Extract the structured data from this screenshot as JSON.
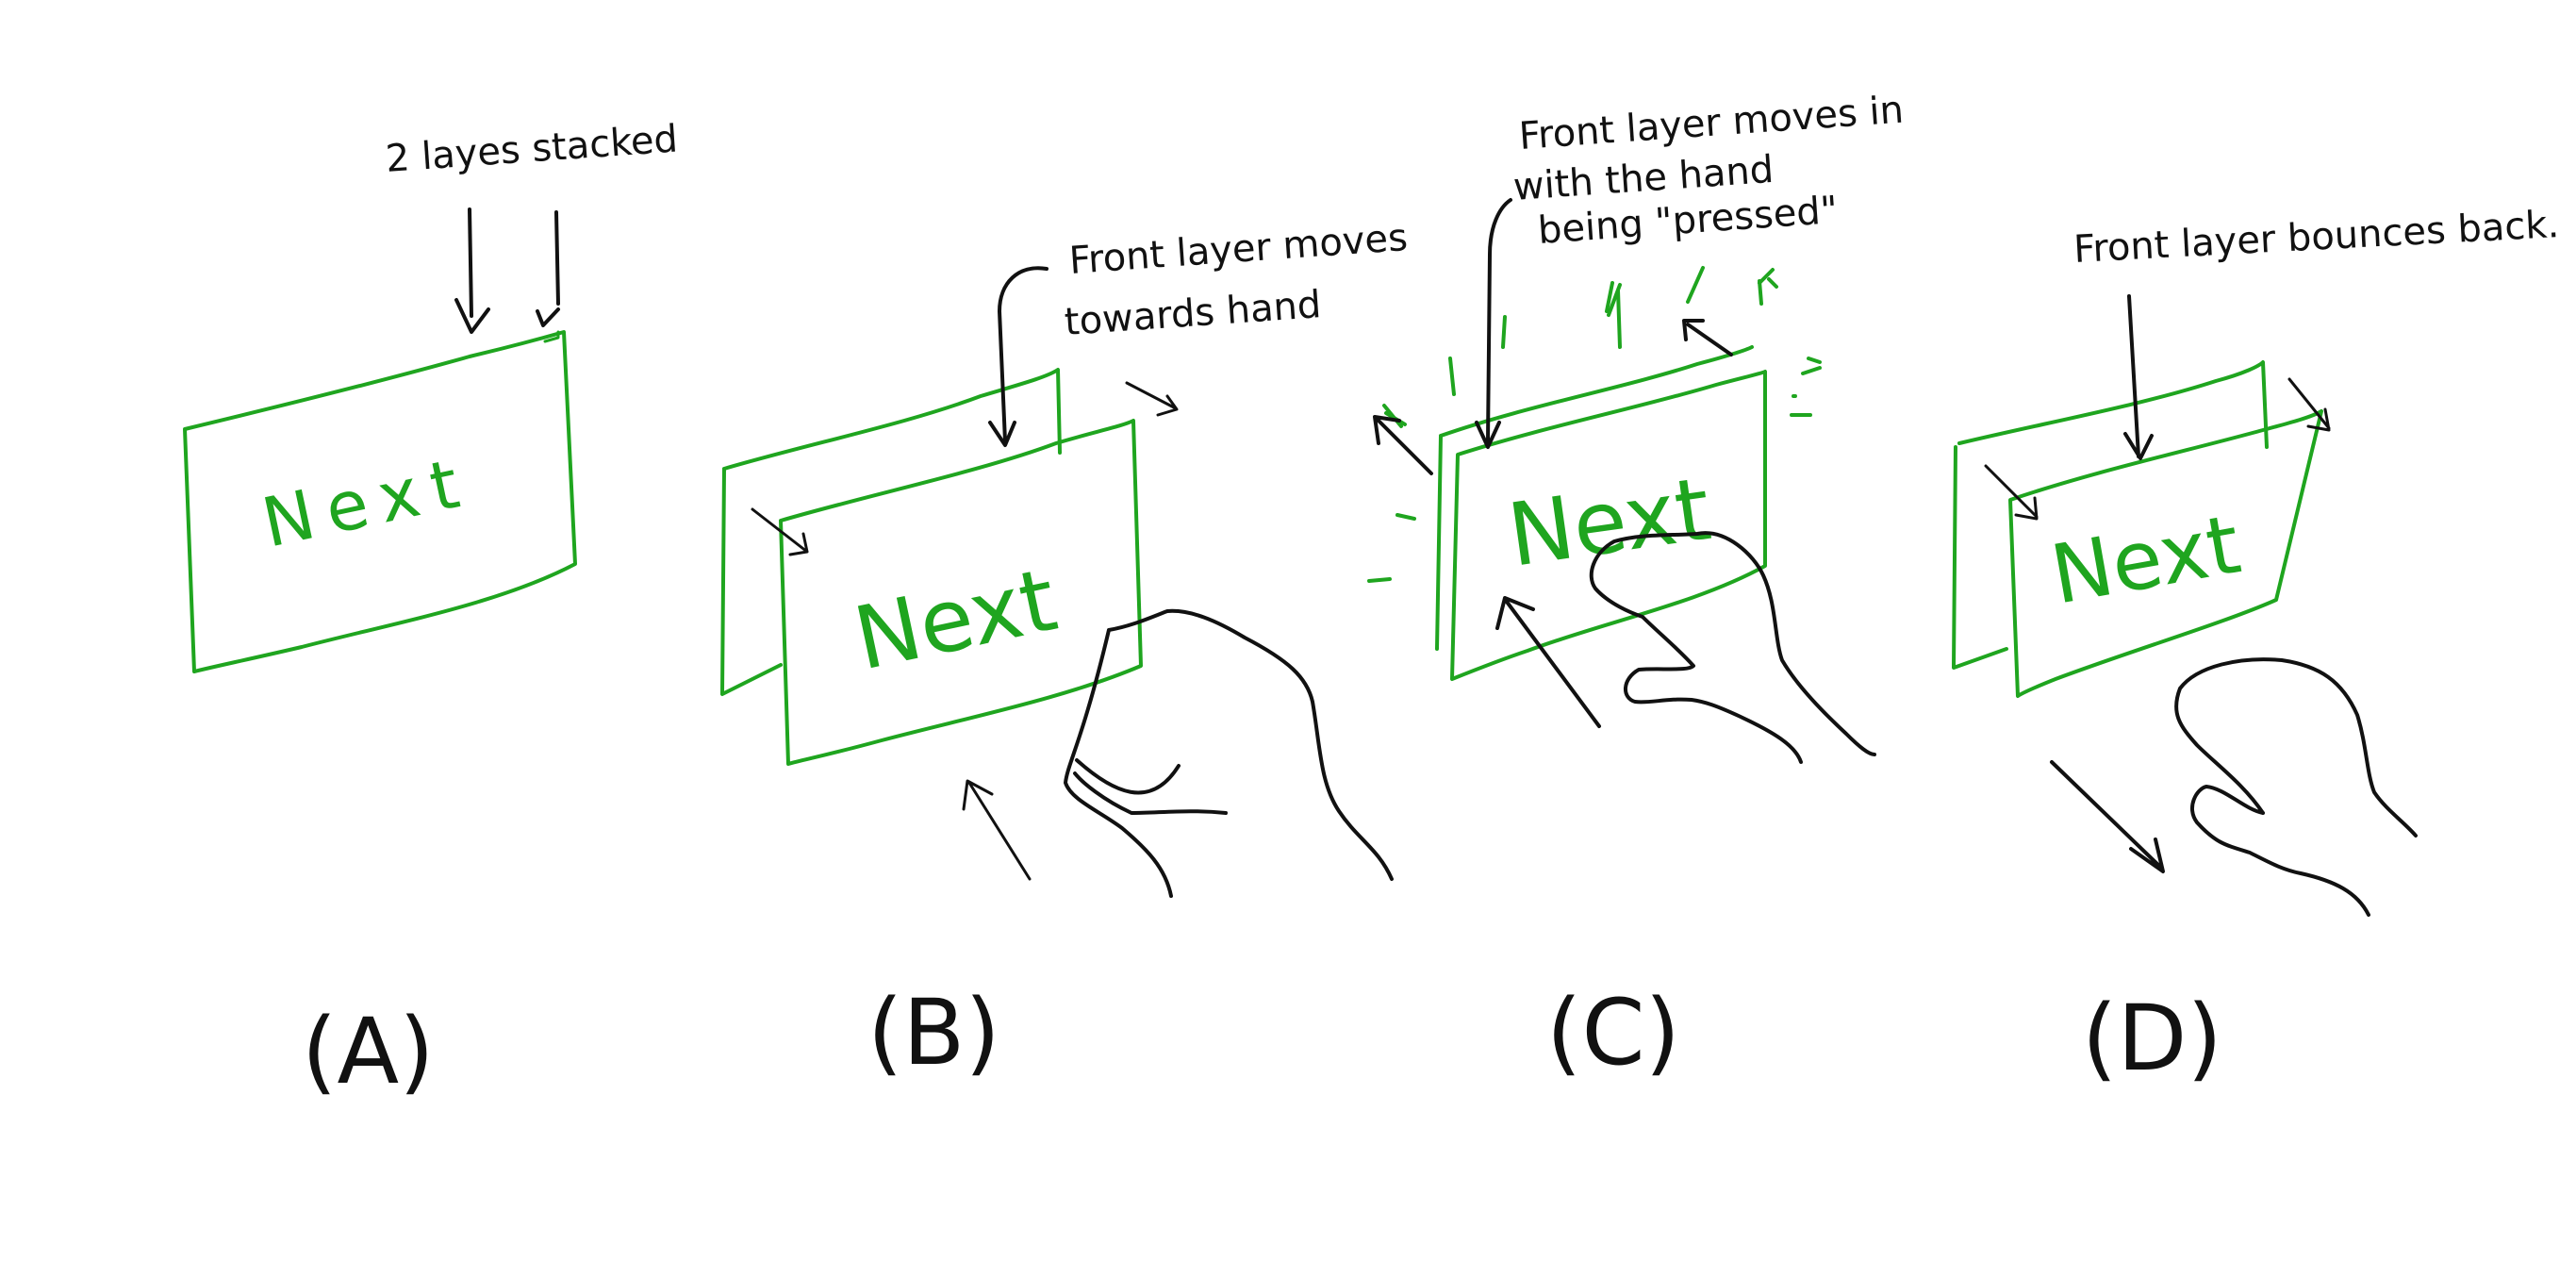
{
  "colors": {
    "ink": "#111111",
    "sketch_green": "#1fa51f",
    "background": "#ffffff"
  },
  "panels": [
    {
      "id": "A",
      "label": "(A)",
      "button_text": "Next",
      "note": "2 layes stacked"
    },
    {
      "id": "B",
      "label": "(B)",
      "button_text": "Next",
      "note_line1": "Front layer moves",
      "note_line2": "towards hand"
    },
    {
      "id": "C",
      "label": "(C)",
      "button_text": "Next",
      "note_line1": "Front layer moves in",
      "note_line2": "with the hand",
      "note_line3": "being \"pressed\""
    },
    {
      "id": "D",
      "label": "(D)",
      "button_text": "Next",
      "note": "Front layer bounces back."
    }
  ]
}
